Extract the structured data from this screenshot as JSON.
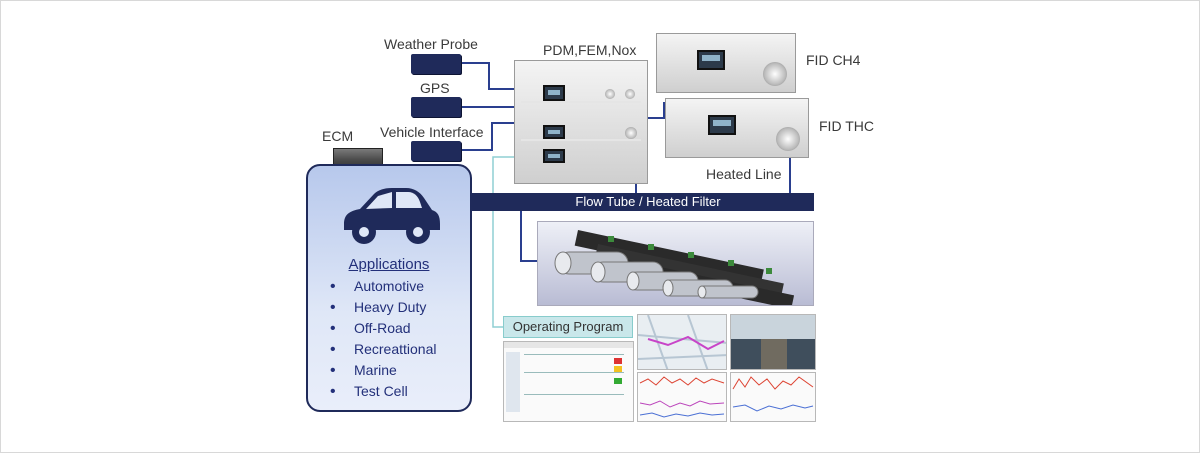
{
  "labels": {
    "weather_probe": "Weather Probe",
    "gps": "GPS",
    "vehicle_interface": "Vehicle Interface",
    "ecm": "ECM",
    "analyzer": "PDM,FEM,Nox",
    "fid_ch4": "FID CH4",
    "fid_thc": "FID THC",
    "heated_line": "Heated Line",
    "flow_tube": "Flow Tube / Heated Filter",
    "operating_program": "Operating Program"
  },
  "applications": {
    "title": "Applications",
    "items": [
      "Automotive",
      "Heavy Duty",
      "Off-Road",
      "Recreattional",
      "Marine",
      "Test Cell"
    ]
  },
  "colors": {
    "navy": "#1f2a5a",
    "connector_blue": "#2a3f8f",
    "teal_line": "#8fcfd4",
    "apps_fill": "#c8d6f2"
  },
  "icons": [
    "car-icon",
    "analyzer-device",
    "fid-device",
    "pipe-array-image",
    "software-screenshot"
  ]
}
